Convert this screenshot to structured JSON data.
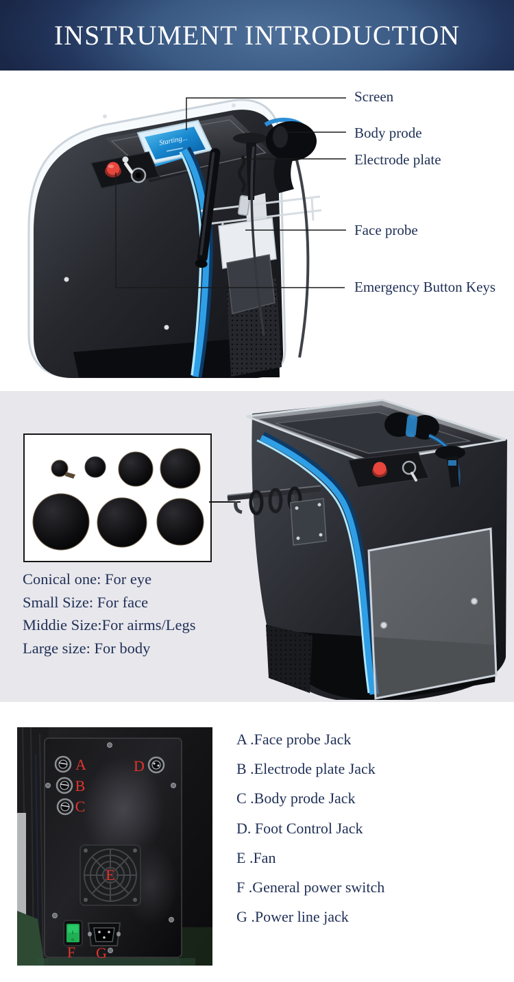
{
  "header": {
    "title": "INSTRUMENT INTRODUCTION"
  },
  "section1": {
    "callouts": [
      {
        "label": "Screen"
      },
      {
        "label": "Body prode"
      },
      {
        "label": "Electrode plate"
      },
      {
        "label": "Face probe"
      },
      {
        "label": "Emergency Button Keys"
      }
    ],
    "device_screen_text": "Starting..."
  },
  "section2": {
    "pad_notes": [
      "Conical one: For eye",
      "Small Size: For face",
      "Middie Size:For airms/Legs",
      "Large size: For body"
    ]
  },
  "section3": {
    "markers": [
      "A",
      "B",
      "C",
      "D",
      "E",
      "F",
      "G"
    ],
    "items": [
      "A .Face probe Jack",
      "B .Electrode plate Jack",
      "C .Body prode Jack",
      "D. Foot Control Jack",
      "E .Fan",
      "F .General power switch",
      "G .Power line jack"
    ]
  },
  "colors": {
    "header_navy": "#1c2a4c",
    "header_blue": "#4a6b93",
    "text_navy": "#203056",
    "accent_blue": "#2fa8ef",
    "accent_pale": "#aee6ff",
    "marker_red": "#e5352c",
    "section2_bg": "#e8e7ec",
    "switch_green": "#1faf55"
  }
}
